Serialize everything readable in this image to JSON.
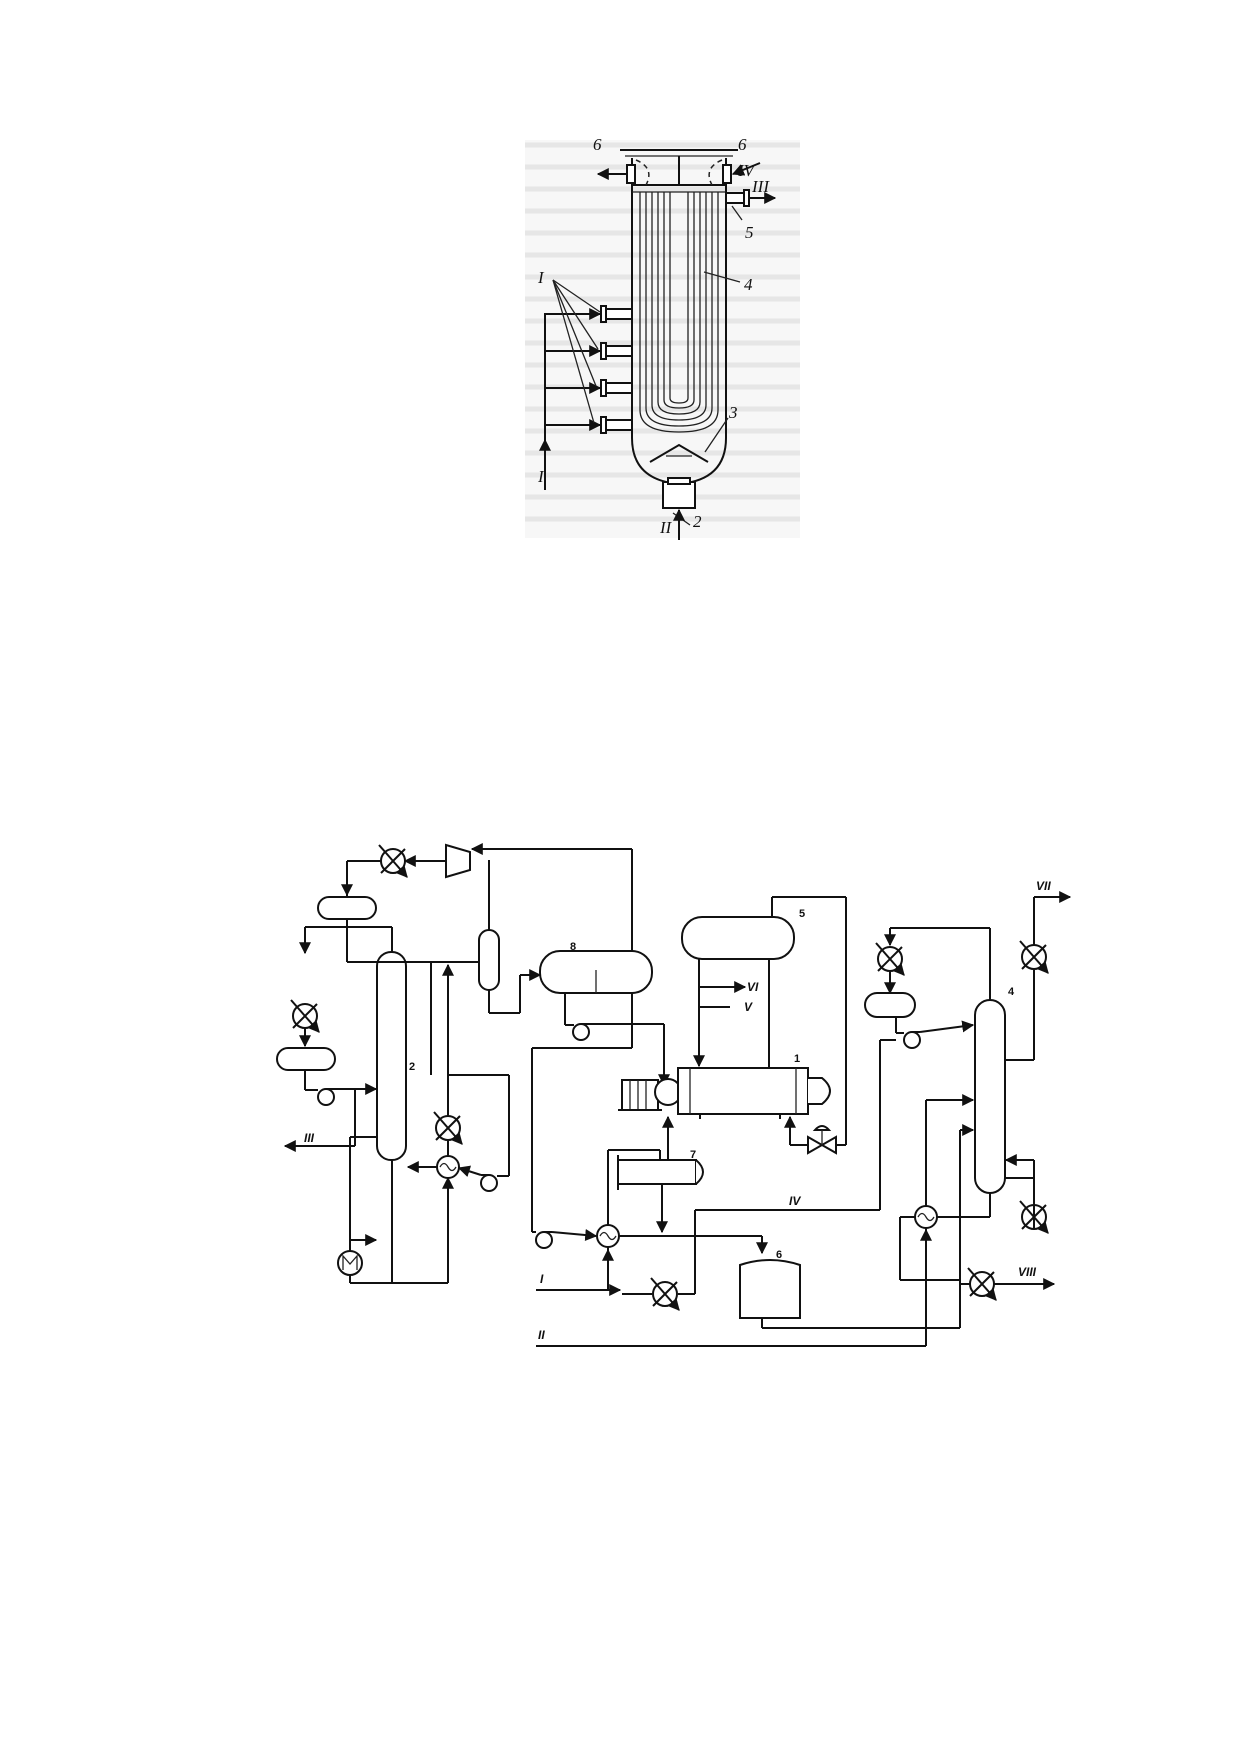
{
  "reactor_figure": {
    "labels": {
      "l6a": "6",
      "l6b": "6",
      "lIV": "IV",
      "lIII": "III",
      "l5": "5",
      "l4": "4",
      "lI_top": "I",
      "l3": "3",
      "lI_bottom": "I",
      "lII": "II",
      "l2": "2"
    }
  },
  "process_scheme": {
    "labels": {
      "u2": "2",
      "u8": "8",
      "u5": "5",
      "u1": "1",
      "u7": "7",
      "u6": "6",
      "u4": "4",
      "sVI": "VI",
      "sV": "V",
      "sIII": "III",
      "sIV": "IV",
      "sI": "I",
      "sII": "II",
      "sVII": "VII",
      "sVIII": "VIII"
    }
  }
}
